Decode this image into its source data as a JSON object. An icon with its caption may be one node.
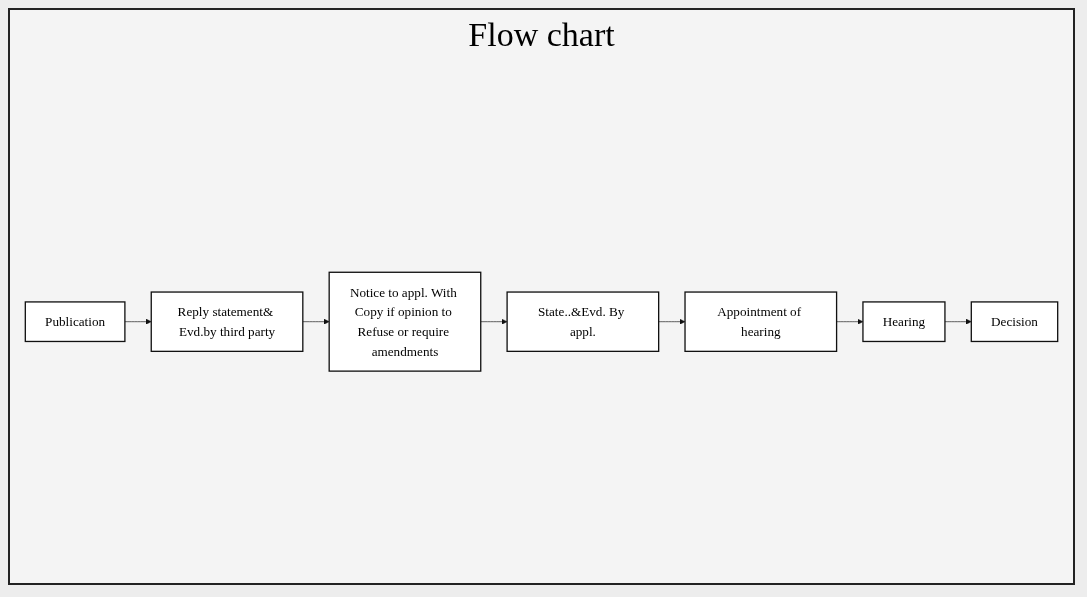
{
  "diagram": {
    "title": "Flow chart",
    "nodes": [
      {
        "text": [
          "Publication"
        ]
      },
      {
        "text": [
          "Reply statement& Evd.by third party"
        ]
      },
      {
        "text": [
          "Notice to appl. With Copy if opinion to Refuse or require amendments"
        ]
      },
      {
        "text": [
          "State..&Evd. By appl."
        ]
      },
      {
        "text": [
          "Appointment of hearing"
        ]
      },
      {
        "text": [
          "Hearing"
        ]
      },
      {
        "text": [
          "Decision"
        ]
      }
    ],
    "edges": [
      {
        "from": 0,
        "to": 1,
        "arrow": "to"
      },
      {
        "from": 1,
        "to": 2,
        "arrow": "to"
      },
      {
        "from": 2,
        "to": 3,
        "arrow": "to"
      },
      {
        "from": 3,
        "to": 4,
        "arrow": "to"
      },
      {
        "from": 4,
        "to": 5,
        "arrow": "to"
      },
      {
        "from": 5,
        "to": 6,
        "arrow": "to"
      }
    ]
  }
}
